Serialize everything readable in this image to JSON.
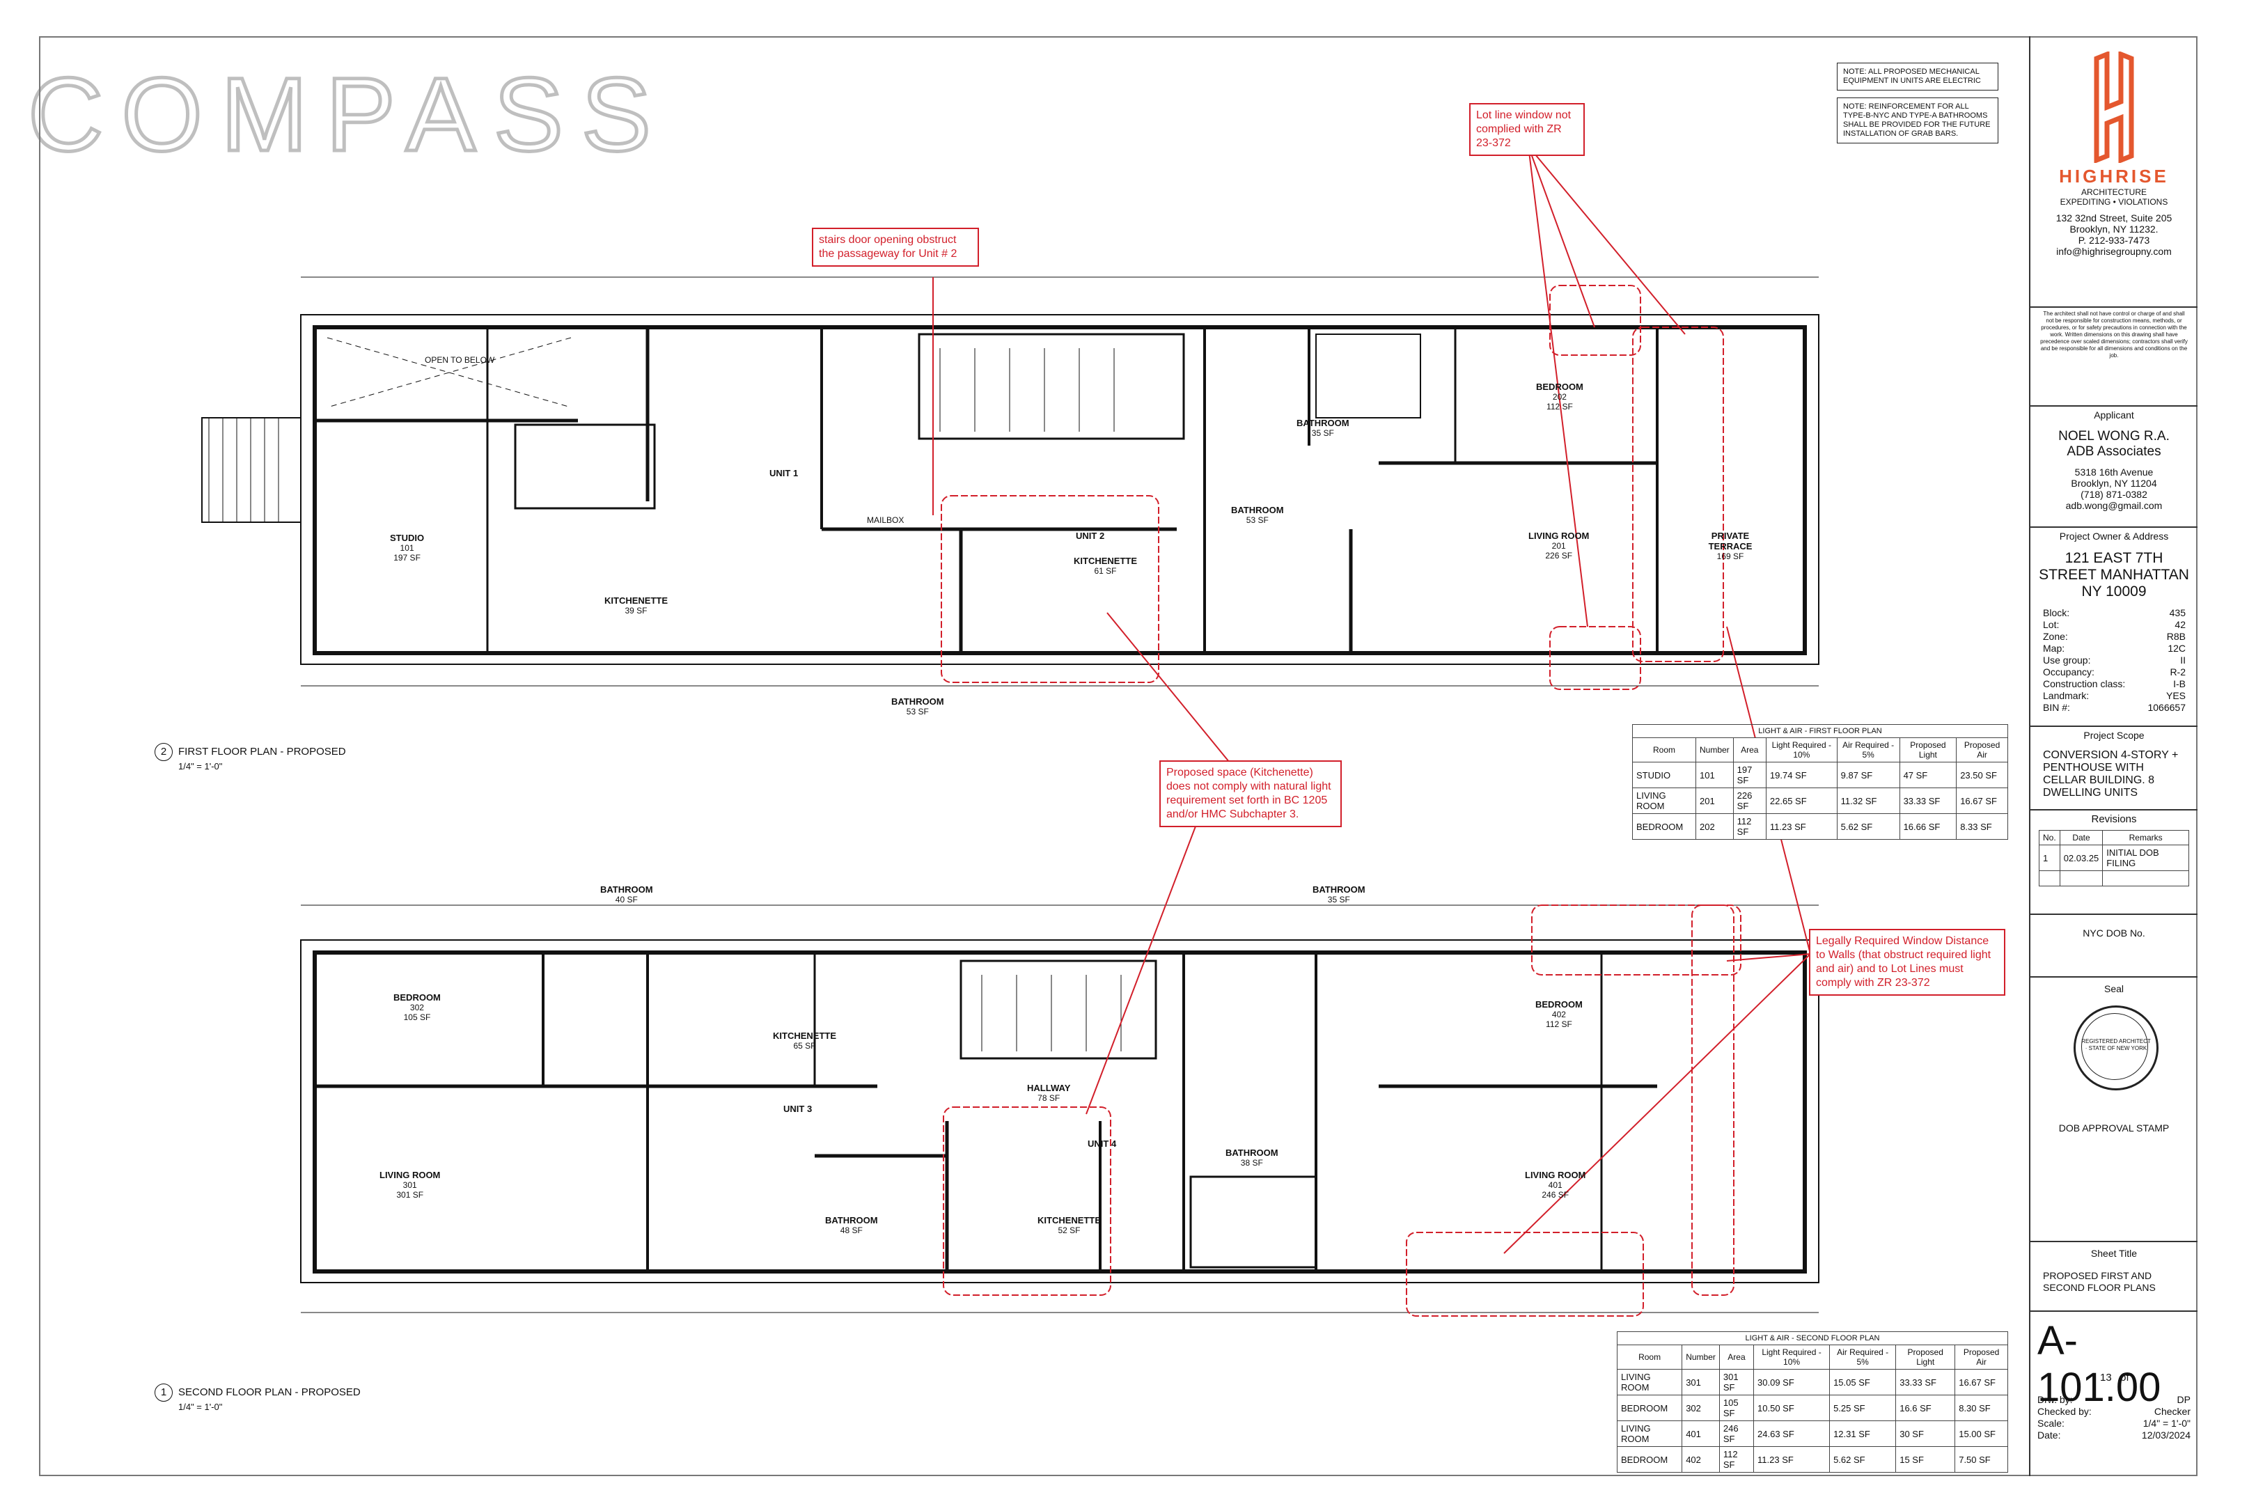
{
  "watermark": "COMPASS",
  "notes": {
    "mechanical": "NOTE: ALL PROPOSED MECHANICAL EQUIPMENT IN UNITS ARE ELECTRIC",
    "reinforcement": "NOTE: REINFORCEMENT FOR ALL TYPE-B-NYC AND TYPE-A BATHROOMS SHALL BE PROVIDED FOR THE FUTURE INSTALLATION OF GRAB BARS."
  },
  "comments": {
    "stairs": "stairs door opening obstruct the passageway for Unit # 2",
    "lot_line": "Lot line window not complied with ZR 23-372",
    "kitchenette": "Proposed space (Kitchenette) does not comply with natural light requirement set forth in BC 1205 and/or HMC Subchapter 3.",
    "window_distance": "Legally Required Window Distance to Walls (that obstruct required light and air) and to Lot Lines must comply with ZR 23-372"
  },
  "plans": {
    "first": {
      "number": "2",
      "title": "FIRST FLOOR PLAN - PROPOSED",
      "scale": "1/4\" = 1'-0\""
    },
    "second": {
      "number": "1",
      "title": "SECOND FLOOR PLAN - PROPOSED",
      "scale": "1/4\" = 1'-0\""
    }
  },
  "rooms_first": [
    {
      "name": "STUDIO",
      "num": "101",
      "area": "197 SF"
    },
    {
      "name": "KITCHENETTE",
      "num": "",
      "area": "39 SF"
    },
    {
      "name": "UNIT 1",
      "num": "",
      "area": ""
    },
    {
      "name": "UNIT 2",
      "num": "",
      "area": ""
    },
    {
      "name": "KITCHENETTE",
      "num": "",
      "area": "61 SF"
    },
    {
      "name": "BATHROOM",
      "num": "",
      "area": "53 SF"
    },
    {
      "name": "BATHROOM",
      "num": "",
      "area": "53 SF"
    },
    {
      "name": "BATHROOM",
      "num": "",
      "area": "35 SF"
    },
    {
      "name": "BEDROOM",
      "num": "202",
      "area": "112 SF"
    },
    {
      "name": "LIVING ROOM",
      "num": "201",
      "area": "226 SF"
    },
    {
      "name": "PRIVATE TERRACE",
      "num": "",
      "area": "169 SF"
    },
    {
      "name": "OPEN TO BELOW",
      "num": "",
      "area": ""
    },
    {
      "name": "MAILBOX",
      "num": "",
      "area": ""
    }
  ],
  "rooms_second": [
    {
      "name": "BEDROOM",
      "num": "302",
      "area": "105 SF"
    },
    {
      "name": "LIVING ROOM",
      "num": "301",
      "area": "301 SF"
    },
    {
      "name": "BATHROOM",
      "num": "",
      "area": "40 SF"
    },
    {
      "name": "KITCHENETTE",
      "num": "",
      "area": "65 SF"
    },
    {
      "name": "UNIT 3",
      "num": "",
      "area": ""
    },
    {
      "name": "HALLWAY",
      "num": "",
      "area": "78 SF"
    },
    {
      "name": "UNIT 4",
      "num": "",
      "area": ""
    },
    {
      "name": "BATHROOM",
      "num": "",
      "area": "48 SF"
    },
    {
      "name": "KITCHENETTE",
      "num": "",
      "area": "52 SF"
    },
    {
      "name": "BATHROOM",
      "num": "",
      "area": "38 SF"
    },
    {
      "name": "BATHROOM",
      "num": "",
      "area": "35 SF"
    },
    {
      "name": "BEDROOM",
      "num": "402",
      "area": "112 SF"
    },
    {
      "name": "LIVING ROOM",
      "num": "401",
      "area": "246 SF"
    }
  ],
  "table_first": {
    "caption": "LIGHT & AIR - FIRST FLOOR PLAN",
    "headers": [
      "Room",
      "Number",
      "Area",
      "Light Required - 10%",
      "Air Required - 5%",
      "Proposed Light",
      "Proposed Air"
    ],
    "rows": [
      [
        "STUDIO",
        "101",
        "197 SF",
        "19.74 SF",
        "9.87 SF",
        "47 SF",
        "23.50 SF"
      ],
      [
        "LIVING ROOM",
        "201",
        "226 SF",
        "22.65 SF",
        "11.32 SF",
        "33.33 SF",
        "16.67 SF"
      ],
      [
        "BEDROOM",
        "202",
        "112 SF",
        "11.23 SF",
        "5.62 SF",
        "16.66 SF",
        "8.33 SF"
      ]
    ]
  },
  "table_second": {
    "caption": "LIGHT & AIR - SECOND FLOOR PLAN",
    "headers": [
      "Room",
      "Number",
      "Area",
      "Light Required - 10%",
      "Air Required - 5%",
      "Proposed Light",
      "Proposed Air"
    ],
    "rows": [
      [
        "LIVING ROOM",
        "301",
        "301 SF",
        "30.09 SF",
        "15.05 SF",
        "33.33 SF",
        "16.67 SF"
      ],
      [
        "BEDROOM",
        "302",
        "105 SF",
        "10.50 SF",
        "5.25 SF",
        "16.6 SF",
        "8.30 SF"
      ],
      [
        "LIVING ROOM",
        "401",
        "246 SF",
        "24.63 SF",
        "12.31 SF",
        "30 SF",
        "15.00 SF"
      ],
      [
        "BEDROOM",
        "402",
        "112 SF",
        "11.23 SF",
        "5.62 SF",
        "15 SF",
        "7.50 SF"
      ]
    ]
  },
  "titleblock": {
    "firm": "HIGHRISE",
    "firm_sub1": "ARCHITECTURE",
    "firm_sub2": "EXPEDITING • VIOLATIONS",
    "firm_addr1": "132 32nd Street, Suite 205",
    "firm_addr2": "Brooklyn, NY 11232.",
    "firm_phone": "P. 212-933-7473",
    "firm_email": "info@highrisegroupny.com",
    "disclaimer": "The architect shall not have control or charge of and shall not be responsible for construction means, methods, or procedures, or for safety precautions in connection with the work. Written dimensions on this drawing shall have precedence over scaled dimensions; contractors shall verify and be responsible for all dimensions and conditions on the job.",
    "applicant_label": "Applicant",
    "applicant_name": "NOEL WONG R.A.",
    "applicant_firm": "ADB Associates",
    "applicant_addr1": "5318 16th Avenue",
    "applicant_addr2": "Brooklyn, NY 11204",
    "applicant_phone": "(718) 871-0382",
    "applicant_email": "adb.wong@gmail.com",
    "owner_label": "Project Owner & Address",
    "address1": "121 EAST 7TH",
    "address2": "STREET MANHATTAN",
    "address3": "NY 10009",
    "props": [
      [
        "Block:",
        "435"
      ],
      [
        "Lot:",
        "42"
      ],
      [
        "Zone:",
        "R8B"
      ],
      [
        "Map:",
        "12C"
      ],
      [
        "Use group:",
        "II"
      ],
      [
        "Occupancy:",
        "R-2"
      ],
      [
        "Construction class:",
        "I-B"
      ],
      [
        "Landmark:",
        "YES"
      ],
      [
        "BIN #:",
        "1066657"
      ]
    ],
    "scope_label": "Project Scope",
    "scope": "CONVERSION 4-STORY + PENTHOUSE WITH CELLAR BUILDING. 8 DWELLING UNITS",
    "revisions_label": "Revisions",
    "rev_headers": [
      "No.",
      "Date",
      "Remarks"
    ],
    "rev_row": [
      "1",
      "02.03.25",
      "INITIAL DOB FILING"
    ],
    "dob_no": "NYC DOB No.",
    "seal_label": "Seal",
    "seal_text": "REGISTERED ARCHITECT · STATE OF NEW YORK",
    "stamp_label": "DOB APPROVAL STAMP",
    "sheet_title_label": "Sheet Title",
    "sheet_title": "PROPOSED FIRST AND SECOND FLOOR PLANS",
    "sheet_no": "A-101.00",
    "sheet_of": "13   of",
    "meta": [
      [
        "Drw. by:",
        "DP"
      ],
      [
        "Checked by:",
        "Checker"
      ],
      [
        "Scale:",
        "1/4\" = 1'-0\""
      ],
      [
        "Date:",
        "12/03/2024"
      ]
    ]
  },
  "colors": {
    "markup": "#d21f2a",
    "logo": "#e4572e",
    "line": "#111111"
  }
}
